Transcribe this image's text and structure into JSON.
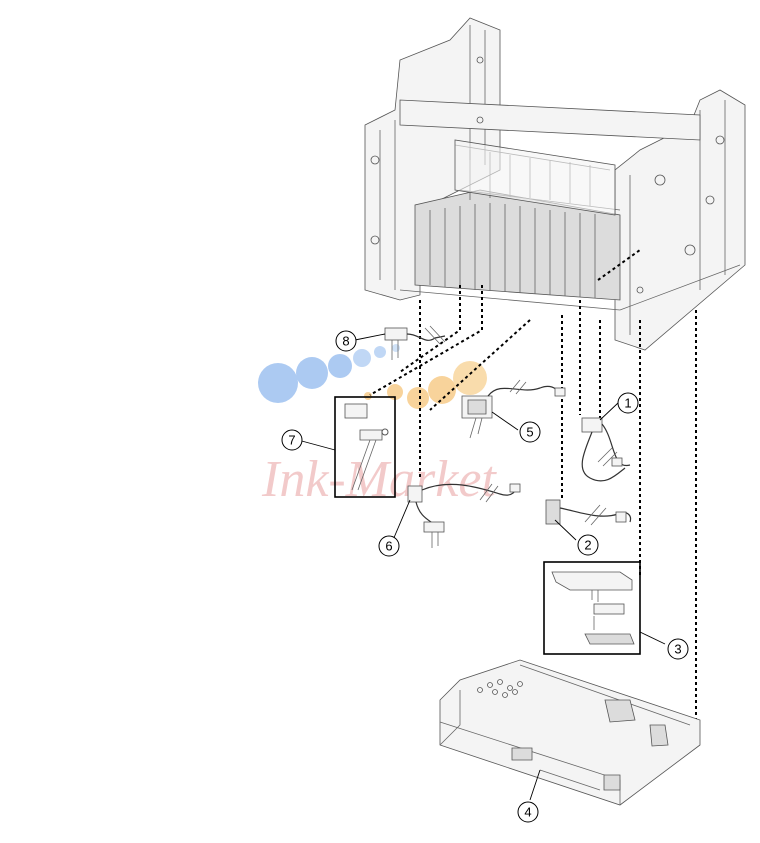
{
  "diagram": {
    "callouts": [
      {
        "id": "1",
        "label": "1"
      },
      {
        "id": "2",
        "label": "2"
      },
      {
        "id": "3",
        "label": "3"
      },
      {
        "id": "4",
        "label": "4"
      },
      {
        "id": "5",
        "label": "5"
      },
      {
        "id": "6",
        "label": "6"
      },
      {
        "id": "7",
        "label": "7"
      },
      {
        "id": "8",
        "label": "8"
      }
    ],
    "watermark": "Ink-Market",
    "colors": {
      "watermark_blue": "#6aa0e8",
      "watermark_orange": "#f3b04a",
      "watermark_text": "#e8a0a0"
    }
  }
}
